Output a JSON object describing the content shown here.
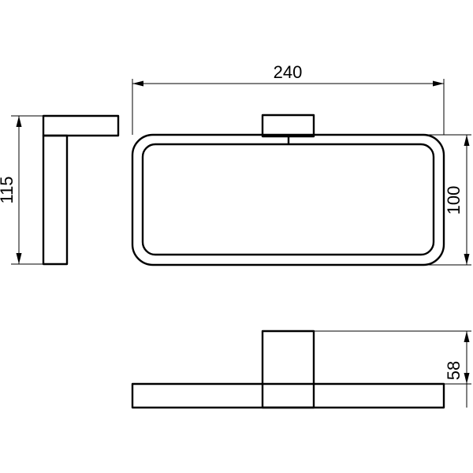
{
  "dimensions": {
    "width": "240",
    "ring_height": "100",
    "side_height": "115",
    "depth": "58"
  },
  "colors": {
    "line": "#000000",
    "background": "#ffffff"
  }
}
